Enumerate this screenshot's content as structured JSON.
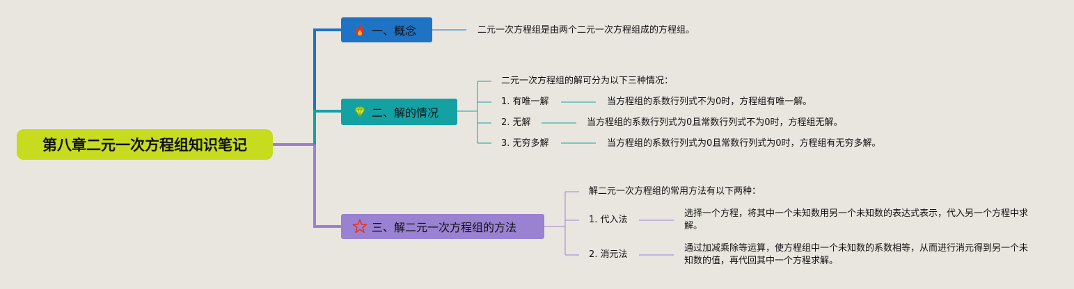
{
  "root": {
    "title": "第八章二元一次方程组知识笔记"
  },
  "colors": {
    "branch1": "#1e73c4",
    "branch2": "#14a1a3",
    "branch3": "#9a81d2",
    "root": "#c7db1f",
    "background": "#e9e6df"
  },
  "branch1": {
    "icon": "fire-icon",
    "title": "一、概念",
    "content": "二元一次方程组是由两个二元一次方程组成的方程组。"
  },
  "branch2": {
    "icon": "diamond-icon",
    "title": "二、解的情况",
    "intro": "二元一次方程组的解可分为以下三种情况：",
    "items": [
      {
        "label": "1. 有唯一解",
        "detail": "当方程组的系数行列式不为0时，方程组有唯一解。"
      },
      {
        "label": "2. 无解",
        "detail": "当方程组的系数行列式为0且常数行列式不为0时，方程组无解。"
      },
      {
        "label": "3. 无穷多解",
        "detail": "当方程组的系数行列式为0且常数行列式为0时，方程组有无穷多解。"
      }
    ]
  },
  "branch3": {
    "icon": "star-icon",
    "title": "三、解二元一次方程组的方法",
    "intro": "解二元一次方程组的常用方法有以下两种：",
    "items": [
      {
        "label": "1. 代入法",
        "detail": "选择一个方程，将其中一个未知数用另一个未知数的表达式表示，代入另一个方程中求解。"
      },
      {
        "label": "2. 消元法",
        "detail": "通过加减乘除等运算，使方程组中一个未知数的系数相等，从而进行消元得到另一个未知数的值，再代回其中一个方程求解。"
      }
    ]
  }
}
